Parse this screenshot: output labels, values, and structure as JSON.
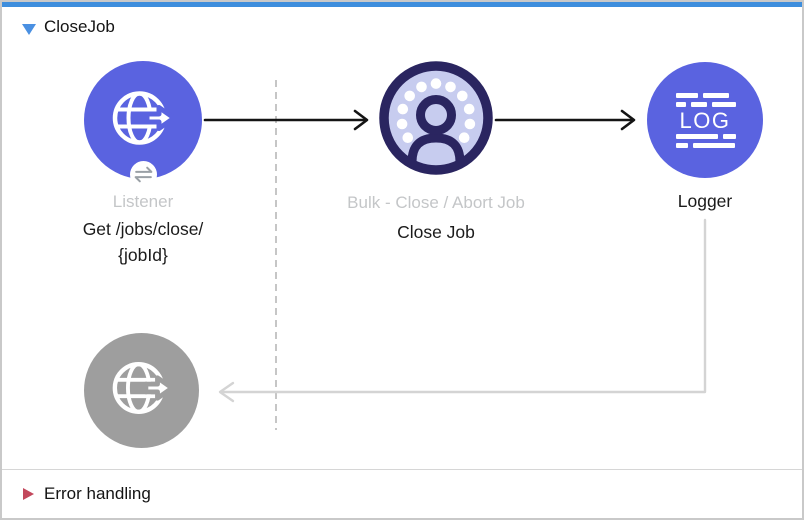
{
  "flow_editor": {
    "flow": {
      "title": "CloseJob"
    },
    "error_section": {
      "label": "Error handling"
    }
  },
  "nodes": {
    "listener": {
      "type_label": "Listener",
      "caption_line1": "Get /jobs/close/",
      "caption_line2": "{jobId}",
      "icon": "globe-arrow-icon",
      "badge_icon": "exchange-arrows-icon"
    },
    "close_job": {
      "type_label": "Bulk - Close / Abort Job",
      "caption": "Close Job",
      "icon": "user-dotted-ring-icon"
    },
    "logger": {
      "caption": "Logger",
      "icon": "log-lines-icon",
      "icon_text": "LOG"
    },
    "response": {
      "icon": "globe-arrow-icon"
    }
  },
  "colors": {
    "accent_bar": "#3E8EDD",
    "node_blue": "#5A63E0",
    "node_gray": "#9E9E9E",
    "ring_navy": "#2A2560",
    "ring_fill": "#C7CCEF",
    "muted_label": "#C4C6C8",
    "connector_gray": "#D4D4D4",
    "dashed_gray": "#C6C6C6",
    "arrow_black": "#141414",
    "flow_triangle_blue": "#4A90E2",
    "error_triangle_red": "#C3485C",
    "border_gray": "#C9C9C9"
  }
}
